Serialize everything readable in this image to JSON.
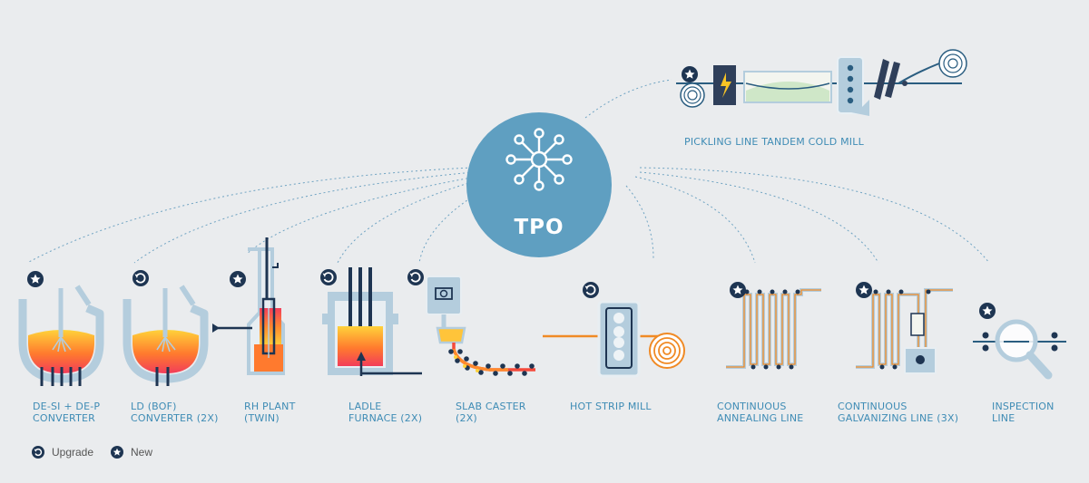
{
  "hub": {
    "label": "TPO",
    "icon": "network-hub-icon"
  },
  "top_unit": {
    "label": "PICKLING LINE TANDEM COLD MILL",
    "status": "new"
  },
  "units": [
    {
      "line1": "DE-SI + DE-P",
      "line2": "CONVERTER",
      "status": "new",
      "icon": "converter-icon"
    },
    {
      "line1": "LD (BOF)",
      "line2": "CONVERTER (2X)",
      "status": "upgrade",
      "icon": "converter-icon"
    },
    {
      "line1": "RH PLANT",
      "line2": "(TWIN)",
      "status": "new",
      "icon": "rh-plant-icon"
    },
    {
      "line1": "LADLE",
      "line2": "FURNACE (2X)",
      "status": "upgrade",
      "icon": "ladle-furnace-icon"
    },
    {
      "line1": "SLAB CASTER",
      "line2": "(2X)",
      "status": "upgrade",
      "icon": "slab-caster-icon"
    },
    {
      "line1": "HOT STRIP MILL",
      "line2": "",
      "status": "upgrade",
      "icon": "hot-strip-mill-icon"
    },
    {
      "line1": "CONTINUOUS",
      "line2": "ANNEALING LINE",
      "status": "new",
      "icon": "annealing-line-icon"
    },
    {
      "line1": "CONTINUOUS",
      "line2": "GALVANIZING LINE (3X)",
      "status": "new",
      "icon": "galvanizing-line-icon"
    },
    {
      "line1": "INSPECTION",
      "line2": "LINE",
      "status": "new",
      "icon": "inspection-line-icon"
    }
  ],
  "legend": {
    "upgrade": "Upgrade",
    "new": "New"
  },
  "colors": {
    "accent": "#3f8cb5",
    "hub": "#5f9fc1",
    "navy": "#1e3552",
    "steel": "#b4cddd",
    "orange": "#f08a25",
    "hot": "#f44a3b"
  }
}
